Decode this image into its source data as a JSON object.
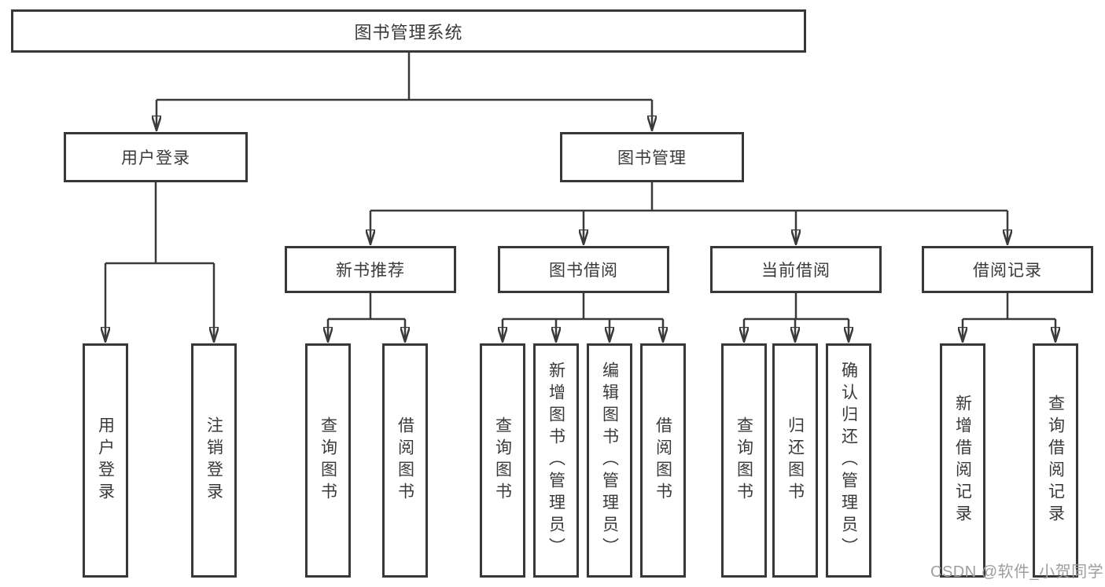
{
  "diagram_title": "图书管理系统",
  "watermark": "CSDN @软件_小贺同学",
  "colors": {
    "line": "#3a3a3a",
    "border": "#383838",
    "text": "#3a3a3a",
    "watermark": "#9e9e9e",
    "background": "#ffffff"
  },
  "tree": {
    "root": "图书管理系统",
    "level2": [
      {
        "label": "用户登录",
        "leaves": [
          "用户登录",
          "注销登录"
        ]
      },
      {
        "label": "图书管理",
        "groups": [
          {
            "label": "新书推荐",
            "leaves": [
              "查询图书",
              "借阅图书"
            ]
          },
          {
            "label": "图书借阅",
            "leaves": [
              "查询图书",
              "新增图书（管理员）",
              "编辑图书（管理员）",
              "借阅图书"
            ]
          },
          {
            "label": "当前借阅",
            "leaves": [
              "查询图书",
              "归还图书",
              "确认归还（管理员）"
            ]
          },
          {
            "label": "借阅记录",
            "leaves": [
              "新增借阅记录",
              "查询借阅记录"
            ]
          }
        ]
      }
    ]
  }
}
